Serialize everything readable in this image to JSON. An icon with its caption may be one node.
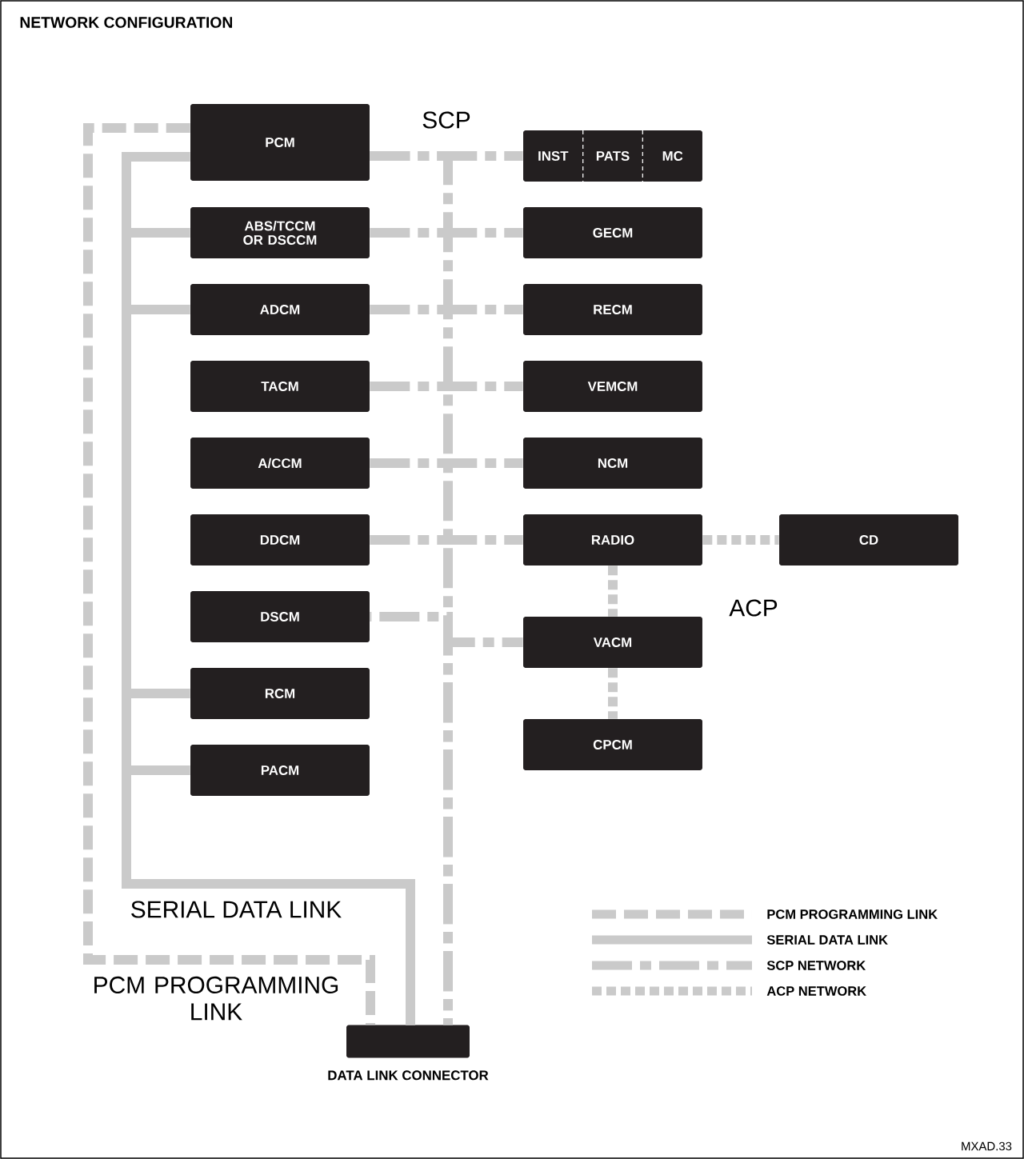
{
  "diagram": {
    "title": "NETWORK CONFIGURATION",
    "nodes": [
      {
        "text": [
          "PCM"
        ]
      },
      {
        "text": [
          "INST",
          "PATS",
          "MC"
        ]
      },
      {
        "text": [
          "ABS/TCCM OR DSCCM"
        ]
      },
      {
        "text": [
          "GECM"
        ]
      },
      {
        "text": [
          "ADCM"
        ]
      },
      {
        "text": [
          "RECM"
        ]
      },
      {
        "text": [
          "TACM"
        ]
      },
      {
        "text": [
          "VEMCM"
        ]
      },
      {
        "text": [
          "A/CCM"
        ]
      },
      {
        "text": [
          "NCM"
        ]
      },
      {
        "text": [
          "DDCM"
        ]
      },
      {
        "text": [
          "RADIO"
        ]
      },
      {
        "text": [
          "CD"
        ]
      },
      {
        "text": [
          "DSCM"
        ]
      },
      {
        "text": [
          "VACM"
        ]
      },
      {
        "text": [
          "RCM"
        ]
      },
      {
        "text": [
          "CPCM"
        ]
      },
      {
        "text": [
          "PACM"
        ]
      },
      {
        "text": [
          "DATA LINK CONNECTOR"
        ]
      }
    ],
    "edges": [
      {
        "from": 0,
        "to": 1,
        "arrow": "none",
        "style": "dashed"
      },
      {
        "from": 2,
        "to": 3,
        "arrow": "none",
        "style": "dashed"
      },
      {
        "from": 4,
        "to": 5,
        "arrow": "none",
        "style": "dashed"
      },
      {
        "from": 6,
        "to": 7,
        "arrow": "none",
        "style": "dashed"
      },
      {
        "from": 8,
        "to": 9,
        "arrow": "none",
        "style": "dashed"
      },
      {
        "from": 10,
        "to": 11,
        "arrow": "none",
        "style": "dashed"
      },
      {
        "from": 0,
        "to": 18,
        "arrow": "none",
        "style": "dashed"
      },
      {
        "from": 13,
        "to": 18,
        "arrow": "none",
        "style": "dashed"
      },
      {
        "from": 14,
        "to": 18,
        "arrow": "none",
        "style": "dashed"
      },
      {
        "from": 11,
        "to": 12,
        "arrow": "none",
        "style": "dashed"
      },
      {
        "from": 11,
        "to": 14,
        "arrow": "none",
        "style": "dashed"
      },
      {
        "from": 14,
        "to": 16,
        "arrow": "none",
        "style": "dashed"
      },
      {
        "from": 0,
        "to": 18,
        "arrow": "none"
      },
      {
        "from": 2,
        "to": 18,
        "arrow": "none"
      },
      {
        "from": 4,
        "to": 18,
        "arrow": "none"
      },
      {
        "from": 15,
        "to": 18,
        "arrow": "none"
      },
      {
        "from": 17,
        "to": 18,
        "arrow": "none"
      },
      {
        "from": 0,
        "to": 18,
        "arrow": "none",
        "style": "dashed"
      }
    ],
    "labels": [
      "SCP",
      "ACP",
      "SERIAL DATA LINK",
      "PCM PROGRAMMING LINK",
      "MXAD.33"
    ],
    "legend": [
      {
        "text": "PCM PROGRAMMING LINK"
      },
      {
        "text": "SERIAL DATA LINK"
      },
      {
        "text": "SCP NETWORK"
      },
      {
        "text": "ACP NETWORK"
      }
    ]
  }
}
